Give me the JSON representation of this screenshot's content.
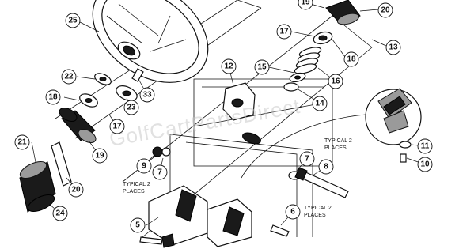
{
  "watermark": "GolfCartPartsDirect",
  "notes": [
    {
      "id": "note-right",
      "line1": "TYPICAL 2",
      "line2": "PLACES"
    },
    {
      "id": "note-left",
      "line1": "TYPICAL 2",
      "line2": "PLACES"
    },
    {
      "id": "note-bottom",
      "line1": "TYPICAL 2",
      "line2": "PLACES"
    }
  ],
  "callouts": [
    "25",
    "19",
    "20",
    "17",
    "13",
    "18",
    "12",
    "15",
    "16",
    "22",
    "33",
    "14",
    "18",
    "23",
    "17",
    "19",
    "21",
    "20",
    "24",
    "11",
    "10",
    "9",
    "7",
    "8",
    "7",
    "5",
    "6"
  ]
}
